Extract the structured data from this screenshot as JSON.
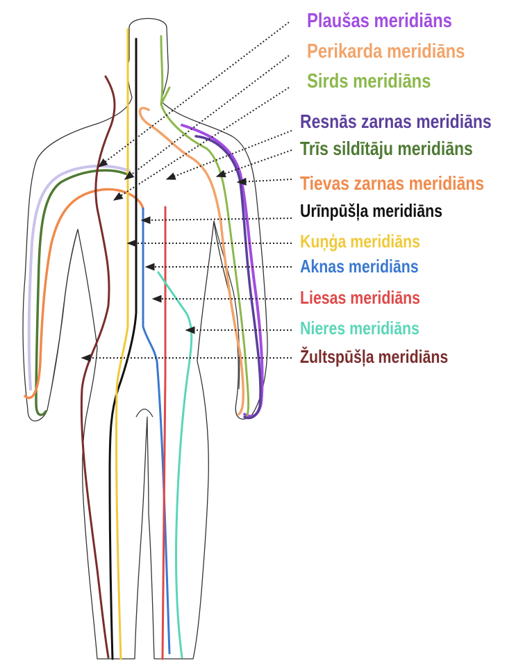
{
  "meridians": [
    {
      "id": "lung",
      "label": "Plaušas meridiāns",
      "color": "#a24de0"
    },
    {
      "id": "pericardium",
      "label": "Perikarda meridiāns",
      "color": "#f2a46a"
    },
    {
      "id": "heart",
      "label": "Sirds meridiāns",
      "color": "#8cb84c"
    },
    {
      "id": "large-intestine",
      "label": "Resnās zarnas meridiāns",
      "color": "#5b3f9c"
    },
    {
      "id": "triple-burner",
      "label": "Trīs sildītāju meridiāns",
      "color": "#4f7a34"
    },
    {
      "id": "small-intestine",
      "label": "Tievas zarnas meridiāns",
      "color": "#f08a4b"
    },
    {
      "id": "bladder",
      "label": "Urīnpūšļa meridiāns",
      "color": "#111111"
    },
    {
      "id": "stomach",
      "label": "Kuņģa meridiāns",
      "color": "#f0c93a"
    },
    {
      "id": "liver",
      "label": "Aknas meridiāns",
      "color": "#3a78d0"
    },
    {
      "id": "spleen",
      "label": "Liesas meridiāns",
      "color": "#e04848"
    },
    {
      "id": "kidney",
      "label": "Nieres meridiāns",
      "color": "#5ad6b8"
    },
    {
      "id": "gallbladder",
      "label": "Žultspūšļa meridiāns",
      "color": "#7a2c2c"
    }
  ],
  "colors": {
    "body_outline": "#333333",
    "arrow": "#222222",
    "ghost_line": "#c9c3ec",
    "background": "#ffffff"
  }
}
